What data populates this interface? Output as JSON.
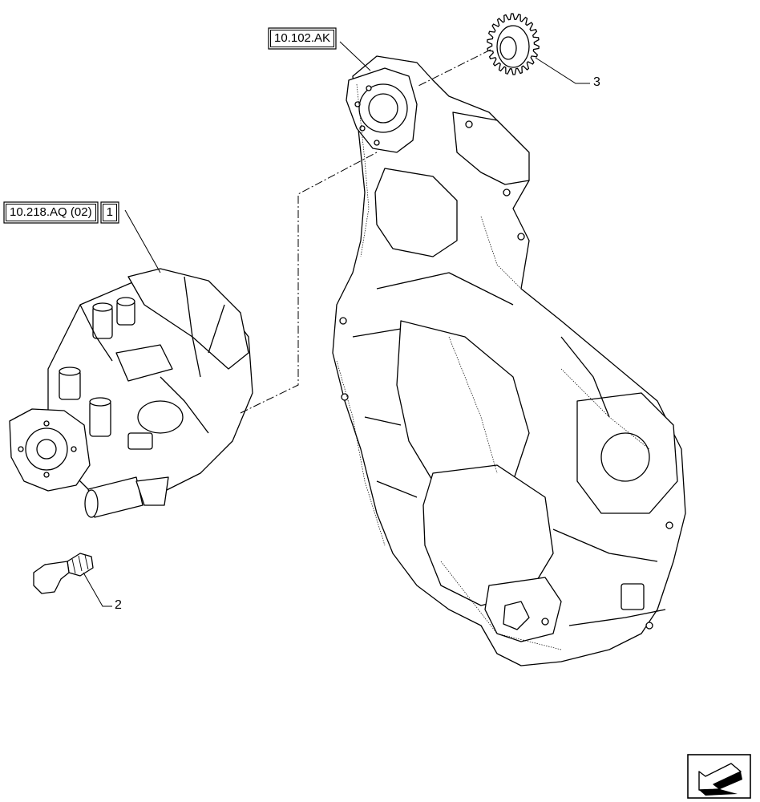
{
  "references": {
    "timing_cover": "10.102.AK",
    "pump": "10.218.AQ (02)",
    "pump_item": "1"
  },
  "callouts": {
    "bolt": "2",
    "gear": "3"
  },
  "icons": {
    "nav": "next-page-arrow-icon"
  },
  "colors": {
    "line": "#000000",
    "background": "#ffffff"
  }
}
